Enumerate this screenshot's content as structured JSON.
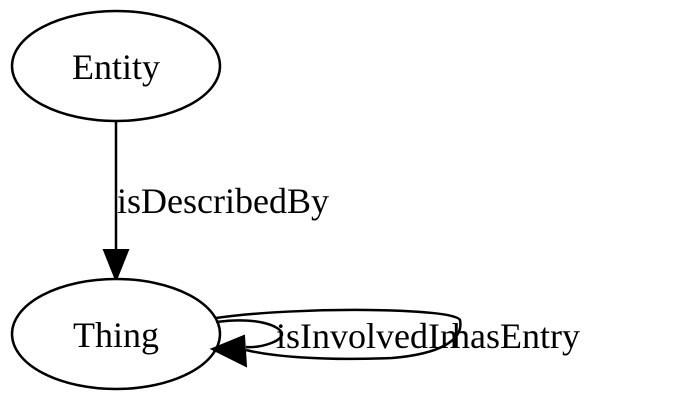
{
  "diagram": {
    "nodes": {
      "entity": {
        "label": "Entity"
      },
      "thing": {
        "label": "Thing"
      }
    },
    "edges": {
      "entity_thing": {
        "label": "isDescribedBy"
      },
      "thing_loop_inner": {
        "label": "isInvolvedIn"
      },
      "thing_loop_outer": {
        "label": "hasEntry"
      }
    },
    "colors": {
      "stroke": "#000000",
      "background": "#ffffff"
    }
  }
}
